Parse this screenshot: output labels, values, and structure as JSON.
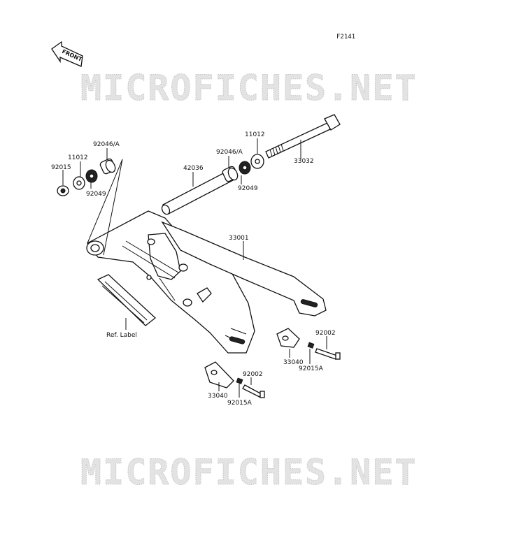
{
  "figure_code": "F2141",
  "front_label": "FRONT",
  "watermark_text": "MICROFICHES.NET",
  "callouts": {
    "c92046a_left": "92046/A",
    "c11012_left": "11012",
    "c92015_left": "92015",
    "c92049_left": "92049",
    "c42036": "42036",
    "c92046a_right": "92046/A",
    "c92049_right": "92049",
    "c11012_right": "11012",
    "c33032": "33032",
    "c33001": "33001",
    "c_ref_label": "Ref. Label",
    "c92002_right": "92002",
    "c33040_right": "33040",
    "c92015a_right": "92015A",
    "c92002_low": "92002",
    "c33040_low": "33040",
    "c92015a_low": "92015A"
  },
  "colors": {
    "line": "#111111",
    "watermark_fill": "#e3e3e3",
    "watermark_stroke": "#c4c4c4"
  }
}
